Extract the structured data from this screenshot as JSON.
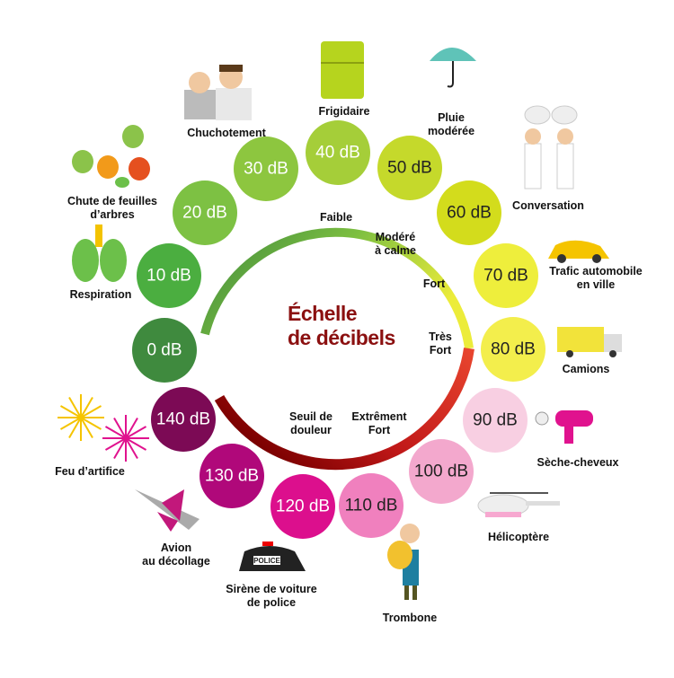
{
  "title": [
    "Échelle",
    "de décibels"
  ],
  "levels": [
    {
      "label": "0 dB",
      "color": "#3f8a3e",
      "text_color": "#ffffff"
    },
    {
      "label": "10 dB",
      "color": "#4bae40",
      "text_color": "#ffffff"
    },
    {
      "label": "20 dB",
      "color": "#7dc143",
      "text_color": "#ffffff"
    },
    {
      "label": "30 dB",
      "color": "#8dc63f",
      "text_color": "#ffffff"
    },
    {
      "label": "40 dB",
      "color": "#a5ce39",
      "text_color": "#ffffff"
    },
    {
      "label": "50 dB",
      "color": "#c5d92b",
      "text_color": "#222222"
    },
    {
      "label": "60 dB",
      "color": "#d3dc1c",
      "text_color": "#222222"
    },
    {
      "label": "70 dB",
      "color": "#eeee3c",
      "text_color": "#222222"
    },
    {
      "label": "80 dB",
      "color": "#f3ee4c",
      "text_color": "#222222"
    },
    {
      "label": "90 dB",
      "color": "#f8cfe2",
      "text_color": "#222222"
    },
    {
      "label": "100 dB",
      "color": "#f3a8cd",
      "text_color": "#222222"
    },
    {
      "label": "110 dB",
      "color": "#f080be",
      "text_color": "#222222"
    },
    {
      "label": "120 dB",
      "color": "#dc0f8d",
      "text_color": "#ffffff"
    },
    {
      "label": "130 dB",
      "color": "#b0087a",
      "text_color": "#ffffff"
    },
    {
      "label": "140 dB",
      "color": "#7c0a55",
      "text_color": "#ffffff"
    }
  ],
  "sources": [
    {
      "lines": [
        "Respiration"
      ],
      "icon": "lungs-icon"
    },
    {
      "lines": [
        "Chute de feuilles",
        "d’arbres"
      ],
      "icon": "leaves-icon"
    },
    {
      "lines": [
        "Chuchotement"
      ],
      "icon": "whispering-people-icon"
    },
    {
      "lines": [
        "Frigidaire"
      ],
      "icon": "fridge-icon"
    },
    {
      "lines": [
        "Pluie",
        "modérée"
      ],
      "icon": "umbrella-rain-icon"
    },
    {
      "lines": [
        "Conversation"
      ],
      "icon": "people-talking-icon"
    },
    {
      "lines": [
        "Trafic automobile",
        "en ville"
      ],
      "icon": "car-icon"
    },
    {
      "lines": [
        "Camions"
      ],
      "icon": "truck-icon"
    },
    {
      "lines": [
        "Sèche-cheveux"
      ],
      "icon": "hair-dryer-icon"
    },
    {
      "lines": [
        "Hélicoptère"
      ],
      "icon": "helicopter-icon"
    },
    {
      "lines": [
        "Trombone"
      ],
      "icon": "trombone-player-icon"
    },
    {
      "lines": [
        "Sirène de voiture",
        "de police"
      ],
      "icon": "police-car-icon",
      "badge": "POLICE"
    },
    {
      "lines": [
        "Avion",
        "au décollage"
      ],
      "icon": "jet-plane-icon"
    },
    {
      "lines": [
        "Feu d’artifice"
      ],
      "icon": "fireworks-icon"
    }
  ],
  "scale_labels": [
    {
      "lines": [
        "Faible"
      ]
    },
    {
      "lines": [
        "Modéré",
        "à calme"
      ]
    },
    {
      "lines": [
        "Fort"
      ]
    },
    {
      "lines": [
        "Très",
        "Fort"
      ]
    },
    {
      "lines": [
        "Extrêment",
        "Fort"
      ]
    },
    {
      "lines": [
        "Seuil de",
        "douleur"
      ]
    }
  ],
  "colors": {
    "arc_green": "#4a9a3c",
    "arc_yellow": "#e8ea3a",
    "arc_red": "#e0392b",
    "arc_dark_red": "#8b0000",
    "title": "#8b1010"
  }
}
